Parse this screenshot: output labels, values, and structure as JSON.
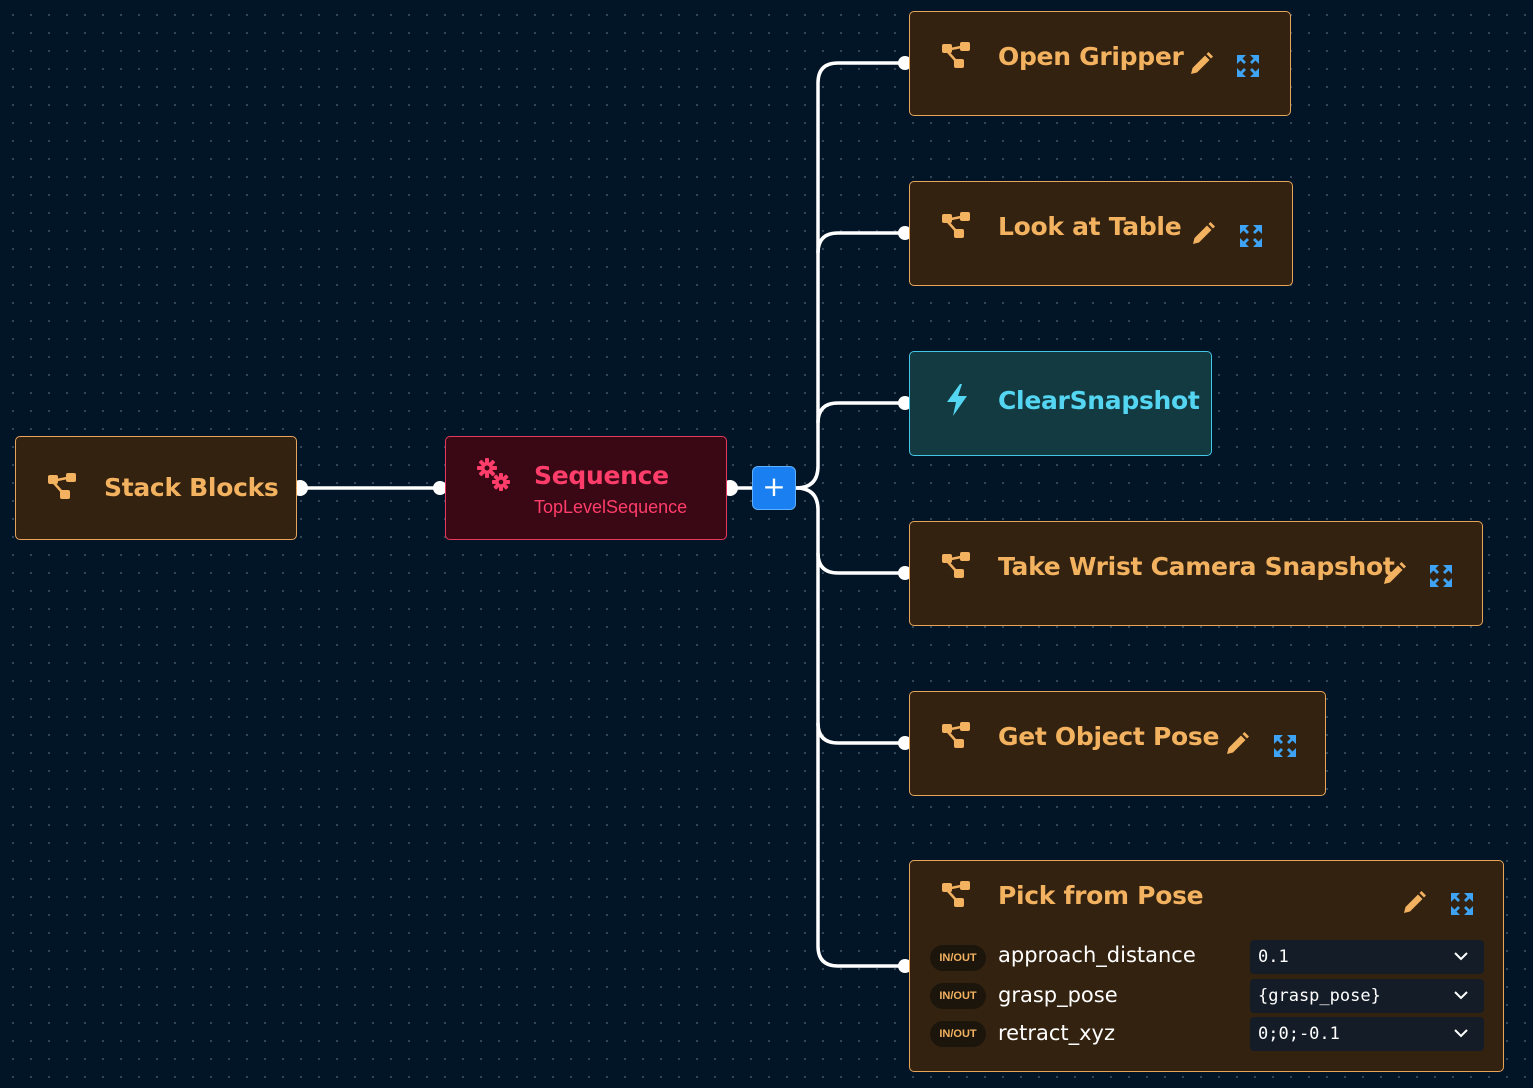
{
  "root": {
    "label": "Stack Blocks",
    "icon": "subtree-icon"
  },
  "sequence": {
    "label": "Sequence",
    "subtitle": "TopLevelSequence",
    "icon": "gears-icon"
  },
  "add_button": {
    "label": "+"
  },
  "children": [
    {
      "label": "Open Gripper",
      "type": "subtree",
      "icon": "subtree-icon"
    },
    {
      "label": "Look at Table",
      "type": "subtree",
      "icon": "subtree-icon"
    },
    {
      "label": "ClearSnapshot",
      "type": "action",
      "icon": "lightning-icon"
    },
    {
      "label": "Take Wrist Camera Snapshot",
      "type": "subtree",
      "icon": "subtree-icon"
    },
    {
      "label": "Get Object Pose",
      "type": "subtree",
      "icon": "subtree-icon"
    },
    {
      "label": "Pick from Pose",
      "type": "subtree",
      "icon": "subtree-icon",
      "ports": [
        {
          "badge": "IN/OUT",
          "name": "approach_distance",
          "value": "0.1"
        },
        {
          "badge": "IN/OUT",
          "name": "grasp_pose",
          "value": "{grasp_pose}"
        },
        {
          "badge": "IN/OUT",
          "name": "retract_xyz",
          "value": "0;0;-0.1"
        }
      ]
    }
  ],
  "colors": {
    "subtree_border": "#e8a55a",
    "subtree_text": "#f3b260",
    "action_border": "#43c7e6",
    "action_text": "#54d6f2",
    "control_border": "#e23a5e",
    "control_text": "#ff3d6a",
    "edit_icon": "#f3b260",
    "expand_icon": "#3ea3f5",
    "add_button": "#1a7ff0"
  }
}
